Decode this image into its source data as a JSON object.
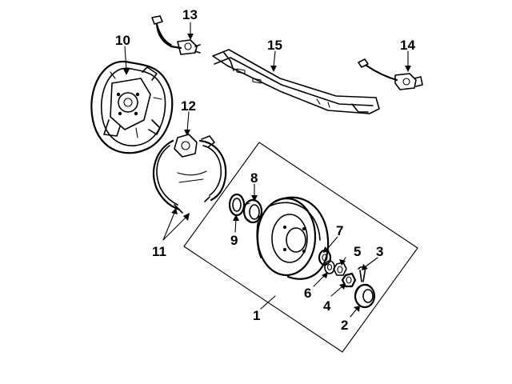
{
  "diagram": {
    "colors": {
      "line": "#000000",
      "background": "#ffffff"
    },
    "callouts": [
      {
        "id": "1",
        "text": "1",
        "part": "brake-drum-assembly"
      },
      {
        "id": "2",
        "text": "2",
        "part": "grease-cap"
      },
      {
        "id": "3",
        "text": "3",
        "part": "cotter-pin"
      },
      {
        "id": "4",
        "text": "4",
        "part": "spindle-nut"
      },
      {
        "id": "5",
        "text": "5",
        "part": "nut-retainer"
      },
      {
        "id": "6",
        "text": "6",
        "part": "washer"
      },
      {
        "id": "7",
        "text": "7",
        "part": "outer-bearing"
      },
      {
        "id": "8",
        "text": "8",
        "part": "inner-bearing"
      },
      {
        "id": "9",
        "text": "9",
        "part": "grease-seal"
      },
      {
        "id": "10",
        "text": "10",
        "part": "backing-plate"
      },
      {
        "id": "11",
        "text": "11",
        "part": "brake-shoes"
      },
      {
        "id": "12",
        "text": "12",
        "part": "wheel-cylinder"
      },
      {
        "id": "13",
        "text": "13",
        "part": "brake-hose"
      },
      {
        "id": "14",
        "text": "14",
        "part": "brake-cable"
      },
      {
        "id": "15",
        "text": "15",
        "part": "frame-bracket"
      }
    ]
  }
}
